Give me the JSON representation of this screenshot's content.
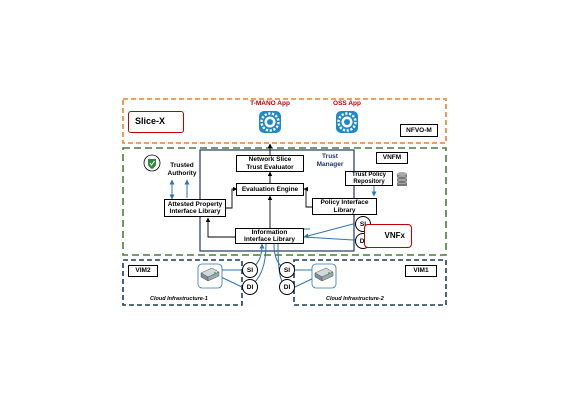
{
  "nfvo": {
    "slice": "Slice-X",
    "tmano_app": "T-MANO App",
    "oss_app": "OSS App",
    "label": "NFVO-M"
  },
  "vnfm": {
    "label": "VNFM"
  },
  "trust_manager": {
    "label": "Trust\nManager"
  },
  "boxes": {
    "nst_evaluator": "Network Slice\nTrust Evaluator",
    "evaluation_engine": "Evaluation Engine",
    "attested_property": "Attested Property\nInterface Library",
    "policy_interface": "Policy Interface\nLibrary",
    "trust_policy_repo": "Trust Policy\nRepository",
    "information_interface": "Information\nInterface Library"
  },
  "trusted_authority": "Trusted\nAuthority",
  "vnfx": {
    "label": "VNFx",
    "si": "SI",
    "di": "DI"
  },
  "vim2": {
    "label": "VIM2",
    "si": "SI",
    "di": "DI",
    "cloud": "Cloud Infrastructure-1"
  },
  "vim1": {
    "label": "VIM1",
    "si": "SI",
    "di": "DI",
    "cloud": "Cloud Infrastructure-2"
  },
  "colors": {
    "orange": "#ed7d31",
    "green": "#4a7c3a",
    "navy": "#1f3864",
    "blue": "#2e75b6",
    "red": "#c00000",
    "gear": "#1e88c8"
  }
}
